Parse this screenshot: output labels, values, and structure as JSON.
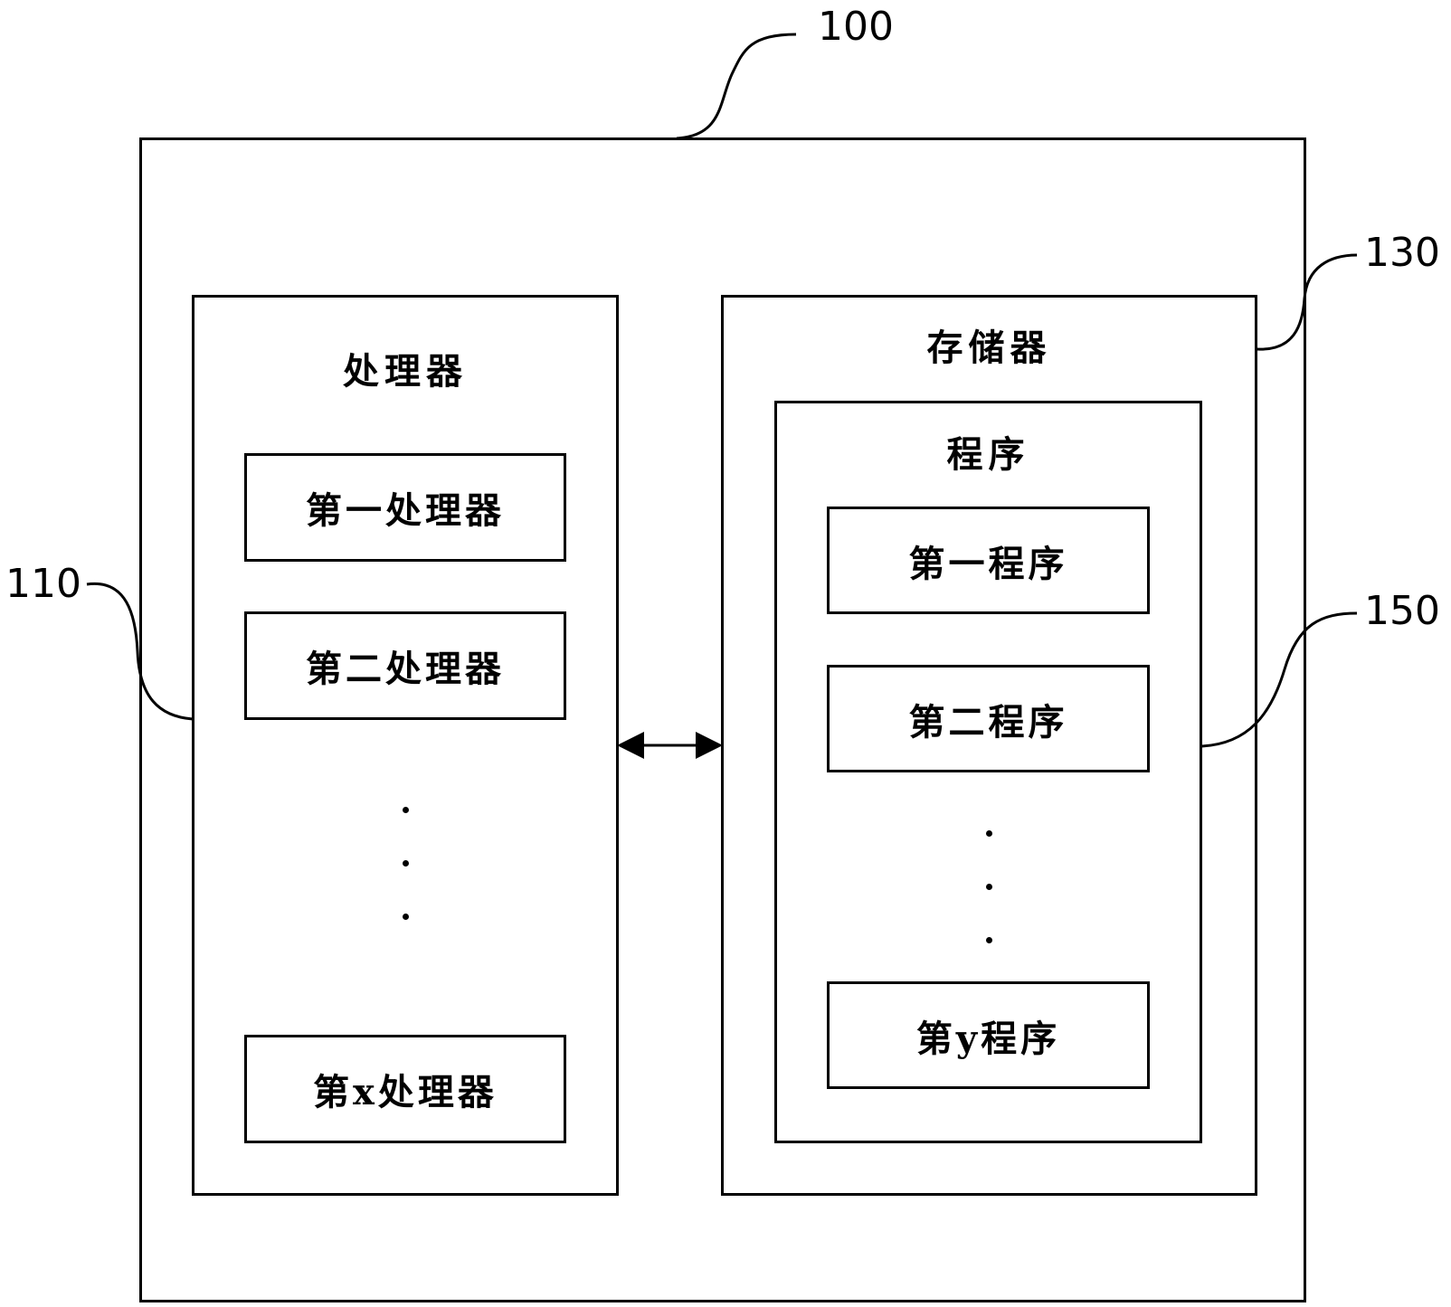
{
  "references": {
    "device": "100",
    "processor": "110",
    "memory": "130",
    "program": "150"
  },
  "processor": {
    "title": "处理器",
    "items": [
      "第一处理器",
      "第二处理器",
      "第x处理器"
    ]
  },
  "memory": {
    "title": "存储器",
    "program": {
      "title": "程序",
      "items": [
        "第一程序",
        "第二程序",
        "第y程序"
      ]
    }
  },
  "connection": "bidirectional"
}
